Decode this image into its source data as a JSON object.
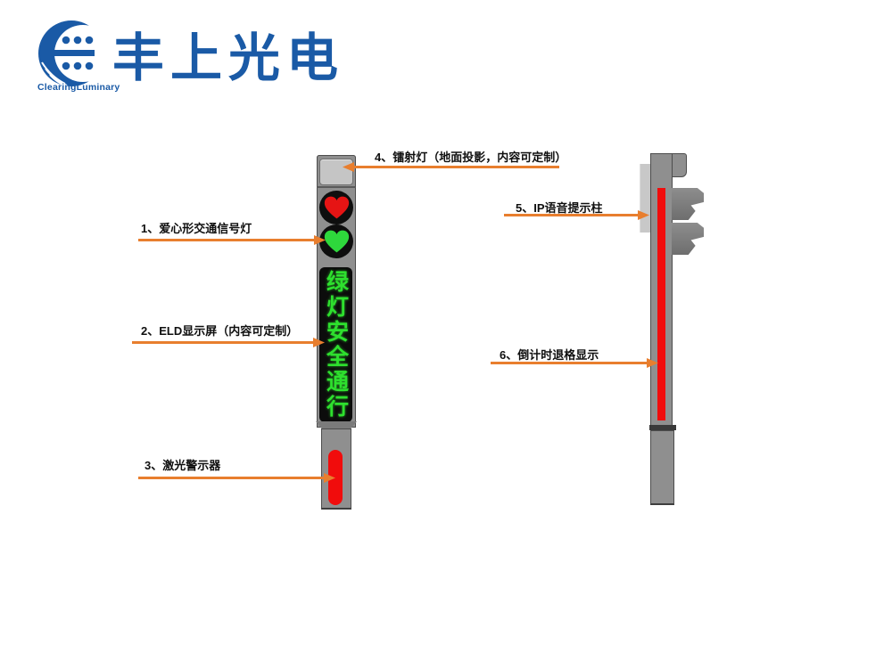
{
  "brand": {
    "name": "丰上光电",
    "subtitle": "ClearingLuminary",
    "color": "#1a5aa6"
  },
  "diagram": {
    "front_view": {
      "display_text": "绿灯安全通行"
    },
    "colors": {
      "annotation_line": "#e87e2e",
      "heart_red": "#e61414",
      "heart_green": "#2ed83c",
      "led_green": "#2ee02e",
      "laser_red": "#f10c0c",
      "pole_gray": "#8f8f8f",
      "panel_light_gray": "#c8c8c8",
      "display_black": "#0c0c0c",
      "logo_blue": "#1a5aa6"
    },
    "annotations": [
      {
        "label": "1、爱心形交通信号灯"
      },
      {
        "label": "2、ELD显示屏（内容可定制）"
      },
      {
        "label": "3、激光警示器"
      },
      {
        "label": "4、镭射灯（地面投影，内容可定制）"
      },
      {
        "label": "5、IP语音提示柱"
      },
      {
        "label": "6、倒计时退格显示"
      }
    ]
  }
}
